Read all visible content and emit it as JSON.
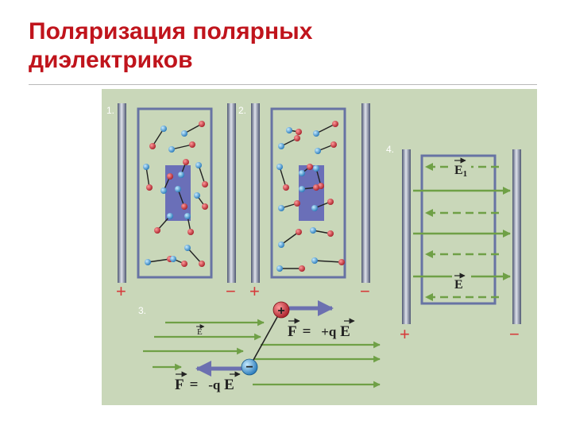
{
  "slide": {
    "title": "Поляризация полярных диэлектриков"
  },
  "figure": {
    "panel_numbers": [
      "1.",
      "2.",
      "3.",
      "4."
    ],
    "plate_signs": {
      "positive": "+",
      "negative": "−"
    },
    "panel3": {
      "field_label": "E",
      "positive_charge": "+",
      "negative_charge": "−",
      "force_top": {
        "lhs": "F",
        "eq": "=",
        "coef": "+q",
        "rhs": "E"
      },
      "force_bottom": {
        "lhs": "F",
        "eq": "=",
        "coef": "-q",
        "rhs": "E"
      }
    },
    "panel4": {
      "inner_field_label": "E",
      "inner_field_subscript": "1",
      "outer_field_label": "E"
    }
  },
  "colors": {
    "title": "#c0141c",
    "background": "#c9d7b9",
    "field_arrow": "#6fa046",
    "frame": "#6773a4",
    "force_arrow": "#6c70b0",
    "positive_charge": "#b8232f",
    "negative_charge": "#2e8ac9",
    "sign": "#d63a3a"
  }
}
